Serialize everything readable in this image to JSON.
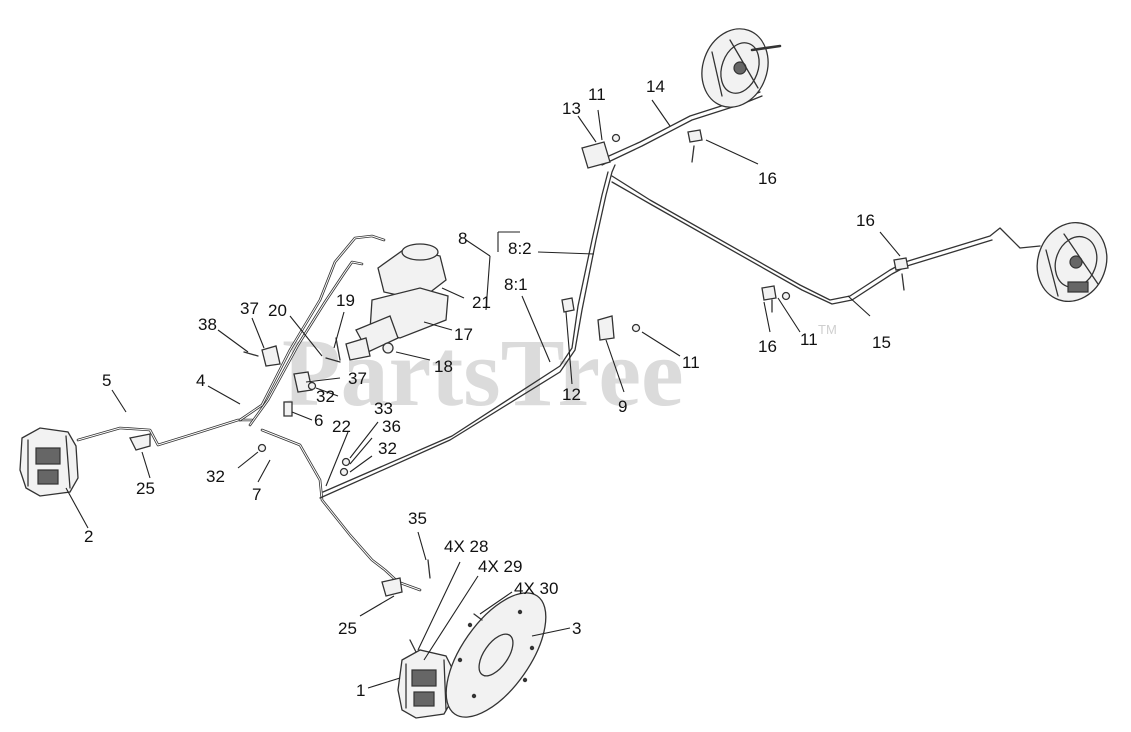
{
  "watermark": {
    "text": "PartsTree",
    "trademark": "TM"
  },
  "callouts": {
    "c1": "1",
    "c2": "2",
    "c3": "3",
    "c4": "4",
    "c5": "5",
    "c6": "6",
    "c7": "7",
    "c8": "8",
    "c8_1": "8:1",
    "c8_2": "8:2",
    "c9": "9",
    "c11a": "11",
    "c11b": "11",
    "c11c": "11",
    "c12": "12",
    "c13": "13",
    "c14": "14",
    "c15": "15",
    "c16a": "16",
    "c16b": "16",
    "c16c": "16",
    "c17": "17",
    "c18": "18",
    "c19": "19",
    "c20": "20",
    "c21": "21",
    "c22": "22",
    "c25a": "25",
    "c25b": "25",
    "c28": "4X 28",
    "c29": "4X 29",
    "c30": "4X 30",
    "c32a": "32",
    "c32b": "32",
    "c32c": "32",
    "c33": "33",
    "c35": "35",
    "c36": "36",
    "c37a": "37",
    "c37b": "37",
    "c38": "38"
  }
}
